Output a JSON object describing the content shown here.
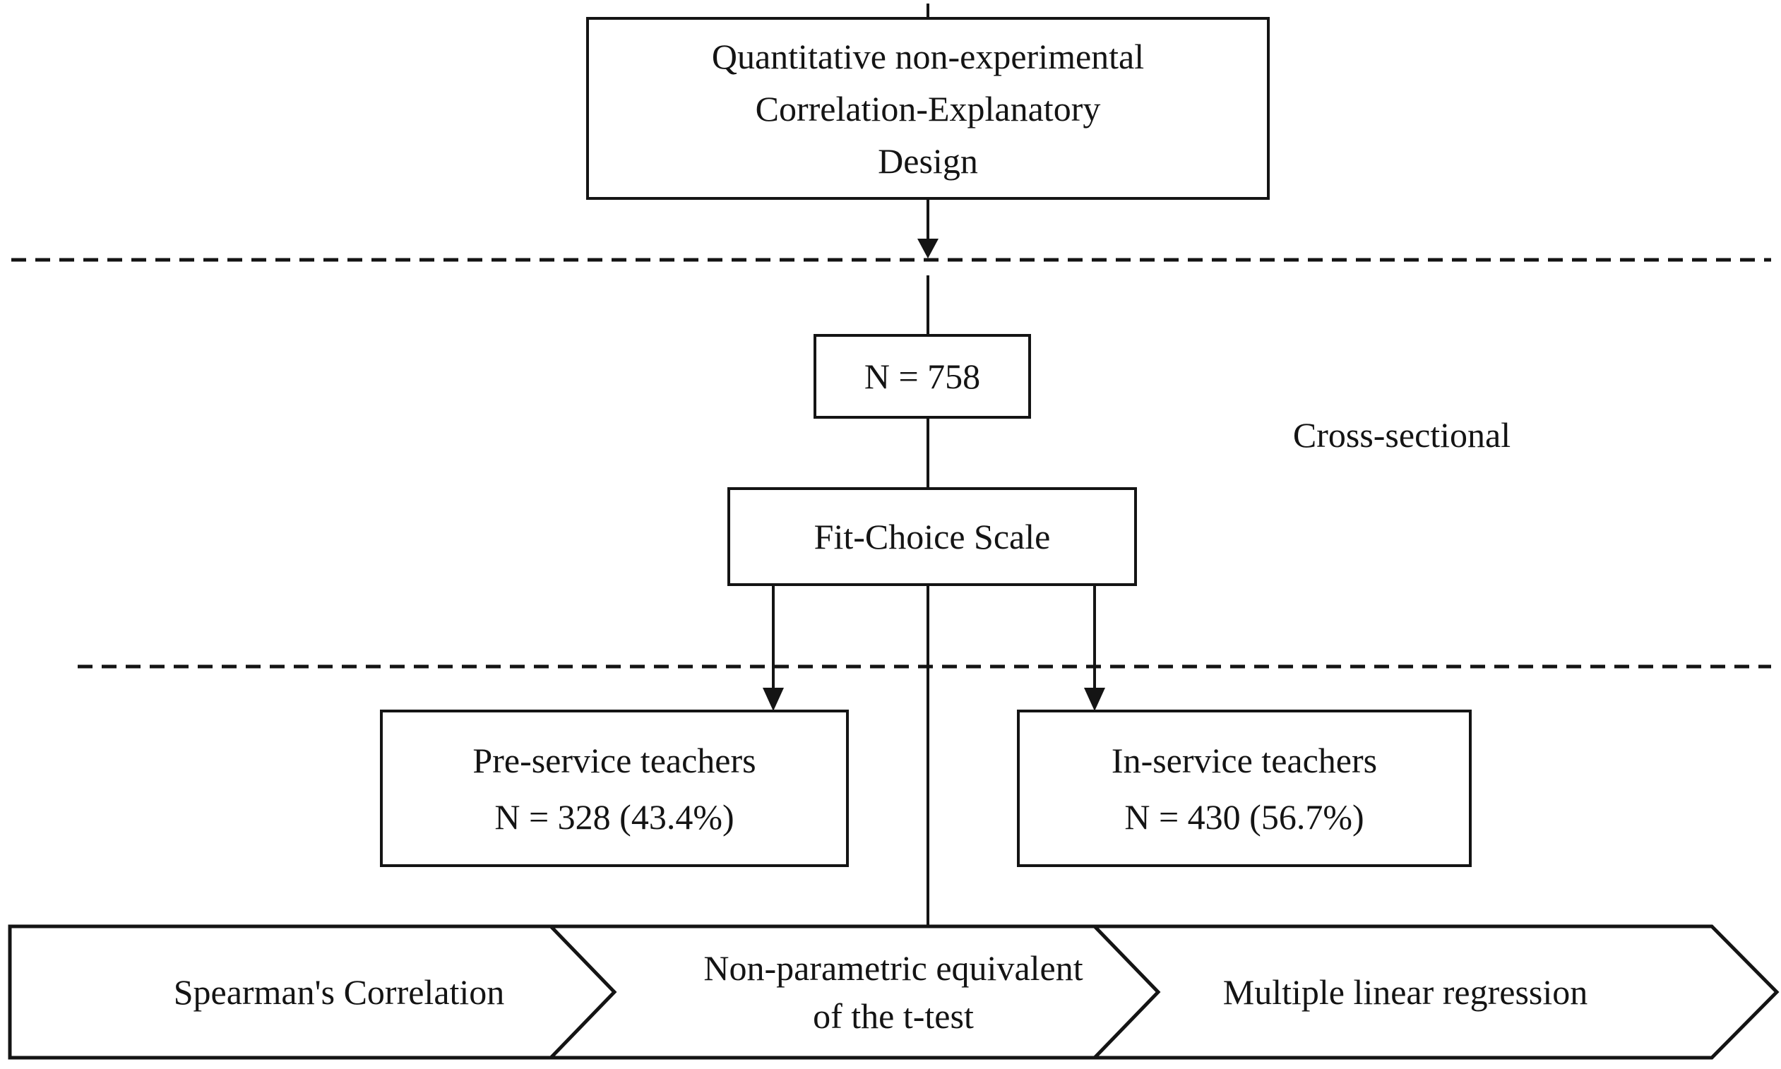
{
  "figure": {
    "top_box": {
      "lines": [
        "Quantitative non-experimental",
        "Correlation-Explanatory",
        "Design"
      ]
    },
    "sample_box": {
      "label": "N = 758"
    },
    "timeframe_label": "Cross-sectional",
    "instrument_box": {
      "label": "Fit-Choice Scale"
    },
    "group_boxes": [
      {
        "lines": [
          "Pre-service teachers",
          "N = 328 (43.4%)"
        ]
      },
      {
        "lines": [
          "In-service teachers",
          "N = 430 (56.7%)"
        ]
      }
    ],
    "analysis_banner": [
      {
        "lines": [
          "Spearman's Correlation"
        ]
      },
      {
        "lines": [
          "Non-parametric equivalent",
          "of the t-test"
        ]
      },
      {
        "lines": [
          "Multiple linear regression"
        ]
      }
    ],
    "colors": {
      "ink": "#141414",
      "background": "#ffffff"
    }
  }
}
